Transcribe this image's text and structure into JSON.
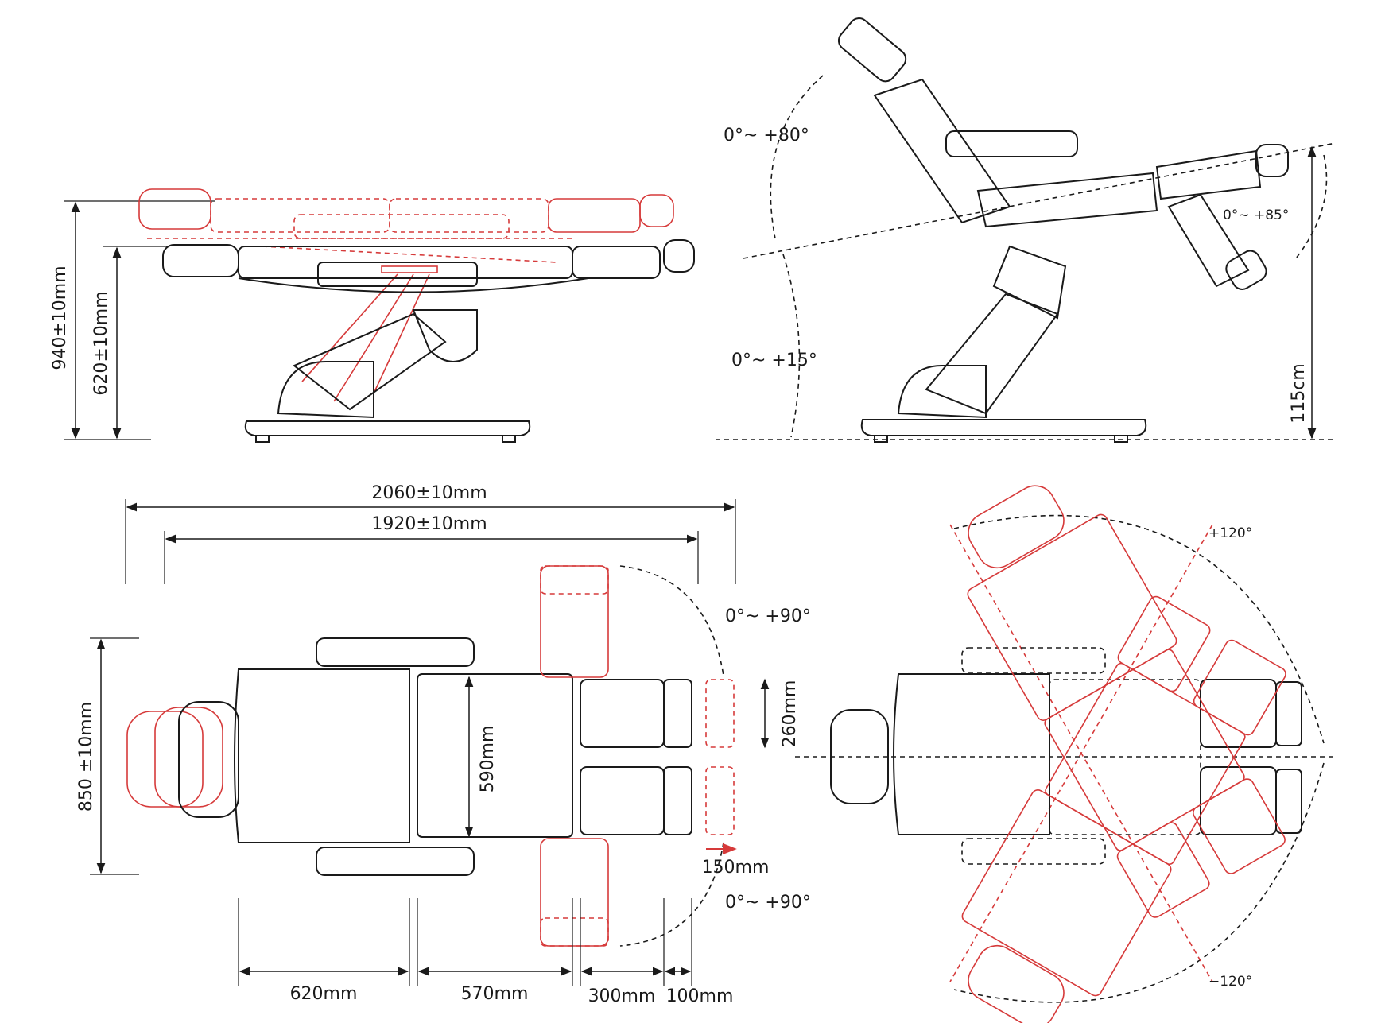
{
  "colors": {
    "line": "#1a1a1a",
    "accent": "#d63a3a",
    "background": "#ffffff"
  },
  "side_view": {
    "height_max": "940±10mm",
    "height_min": "620±10mm"
  },
  "tilt_view": {
    "backrest_angle": "0°~ +80°",
    "seat_angle": "0°~ +15°",
    "leg_angle": "0°~ +85°",
    "height": "115cm"
  },
  "top_view": {
    "total_length": "2060±10mm",
    "body_length": "1920±10mm",
    "width": "850 ±10mm",
    "seat_width": "590mm",
    "leg_width": "260mm",
    "leg_extension": "150mm",
    "leg_swing_top": "0°~ +90°",
    "leg_swing_bottom": "0°~ +90°",
    "segments": [
      "620mm",
      "570mm",
      "300mm",
      "100mm"
    ]
  },
  "rotation_view": {
    "rotate_pos": "+120°",
    "rotate_neg": "−120°"
  }
}
